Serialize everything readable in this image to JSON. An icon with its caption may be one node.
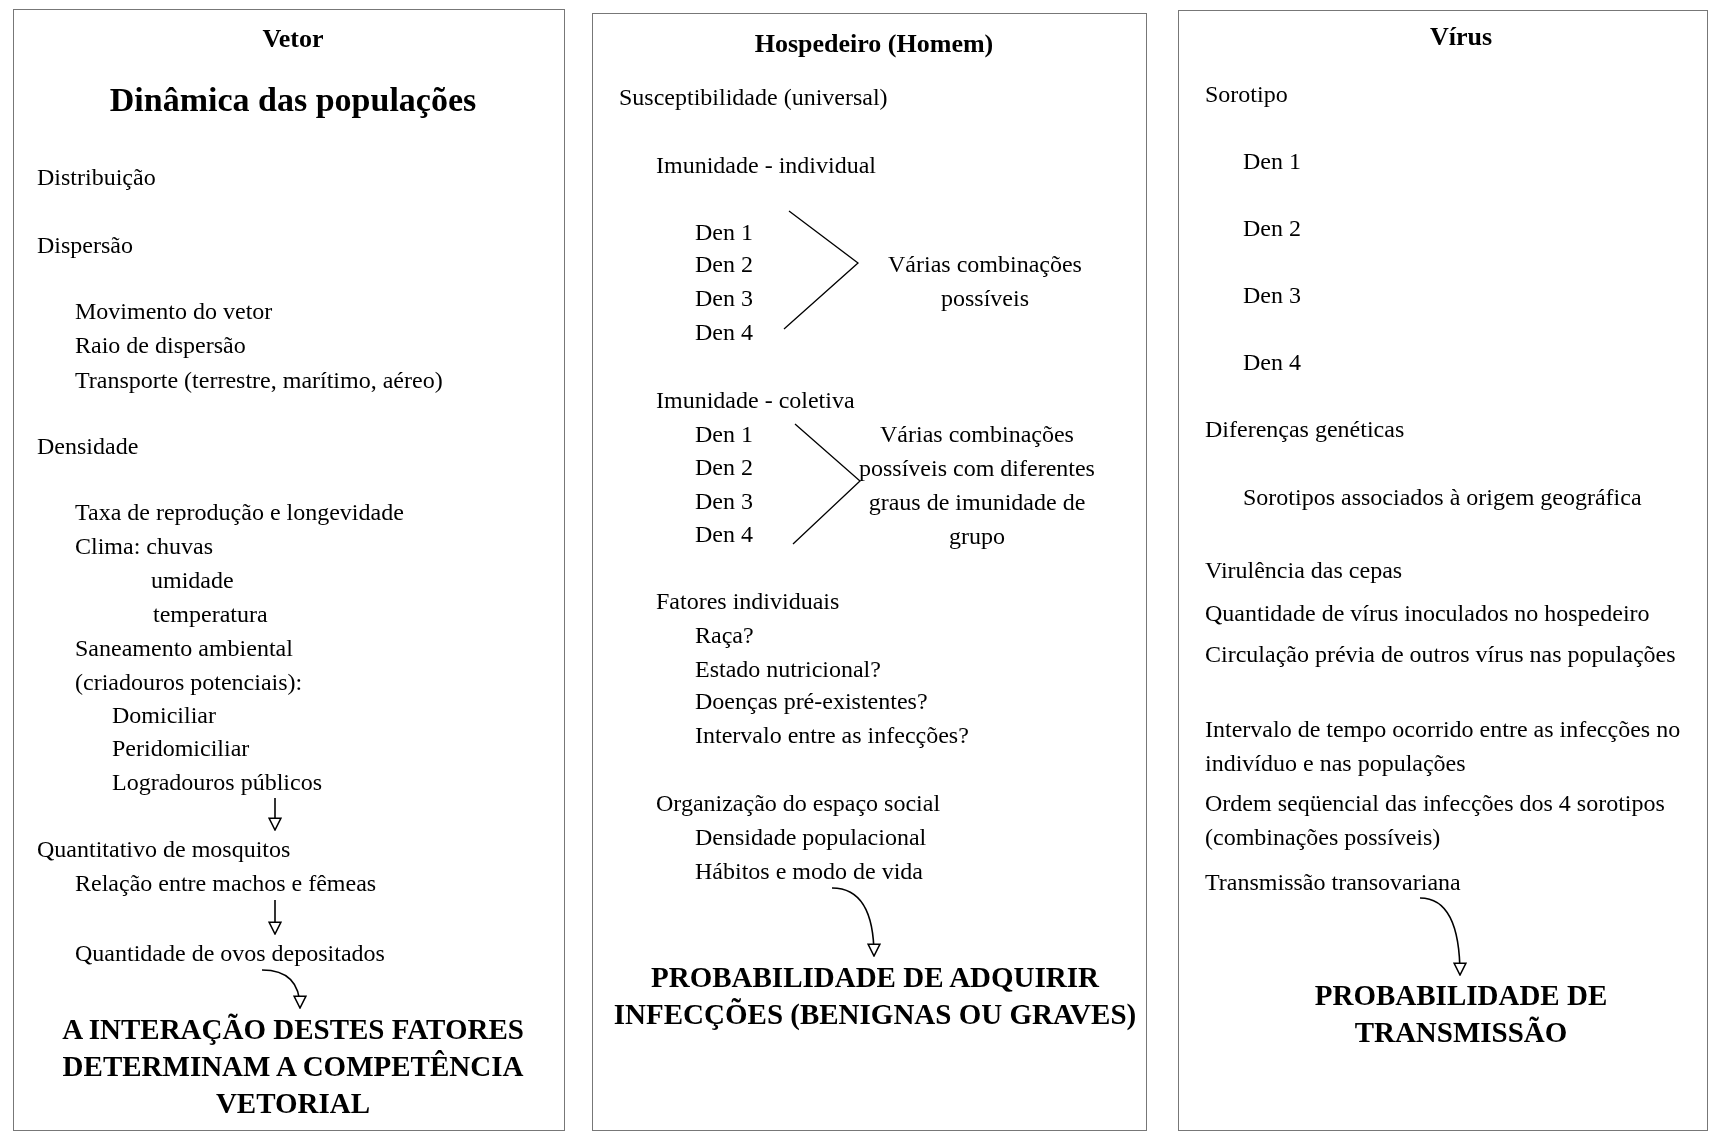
{
  "diagram": {
    "nodes": [
      {
        "text": [
          "Vetor",
          "Dinâmica das populações"
        ]
      },
      {
        "text": [
          "Distribuição",
          "Dispersão",
          "Movimento do vetor",
          "Raio de dispersão",
          "Transporte (terrestre, marítimo, aéreo)",
          "Densidade",
          "Taxa de reprodução e longevidade",
          "Clima: chuvas",
          "umidade",
          "temperatura",
          "Saneamento ambiental",
          "(criadouros potenciais):",
          "Domiciliar",
          "Peridomiciliar",
          "Logradouros públicos"
        ],
        "in": 0
      },
      {
        "text": [
          "Quantitativo de mosquitos",
          "Relação entre machos e fêmeas"
        ],
        "in": 0
      },
      {
        "text": [
          "Quantidade de ovos depositados"
        ],
        "in": 0
      },
      {
        "text": [
          "A INTERAÇÃO DESTES FATORES DETERMINAM A COMPETÊNCIA VETORIAL"
        ],
        "in": 0
      },
      {
        "text": [
          "Hospedeiro (Homem)"
        ]
      },
      {
        "text": [
          "Susceptibilidade (universal)",
          "Imunidade - individual",
          "Den 1",
          "Den 2",
          "Den 3",
          "Den 4",
          "Várias combinações possíveis",
          "Imunidade - coletiva",
          "Den 1",
          "Den 2",
          "Den 3",
          "Den 4",
          "Várias combinações possíveis com diferentes graus de imunidade de grupo",
          "Fatores individuais",
          "Raça?",
          "Estado nutricional?",
          "Doenças pré-existentes?",
          "Intervalo entre as infecções?",
          "Organização do espaço social",
          "Densidade populacional",
          "Hábitos e modo de vida"
        ],
        "in": 5
      },
      {
        "text": [
          "PROBABILIDADE DE ADQUIRIR INFECÇÕES (BENIGNAS OU GRAVES)"
        ],
        "in": 5
      },
      {
        "text": [
          "Vírus"
        ]
      },
      {
        "text": [
          "Sorotipo",
          "Den 1",
          "Den 2",
          "Den 3",
          "Den 4",
          "Diferenças genéticas",
          "Sorotipos associados à origem geográfica",
          "Virulência das cepas",
          "Quantidade de vírus inoculados no hospedeiro",
          "Circulação prévia de outros vírus nas populações",
          "Intervalo de tempo ocorrido entre as infecções no indivíduo e nas populações",
          "Ordem seqüencial das infecções dos 4 sorotipos (combinações possíveis)",
          "Transmissão transovariana"
        ],
        "in": 8
      },
      {
        "text": [
          "PROBABILIDADE DE TRANSMISSÃO"
        ],
        "in": 8
      }
    ],
    "edges": [
      {
        "from": 1,
        "to": 2,
        "arrow": "to"
      },
      {
        "from": 2,
        "to": 3,
        "arrow": "to"
      },
      {
        "from": 3,
        "to": 4,
        "arrow": "to"
      },
      {
        "from": 6,
        "to": 7,
        "arrow": "to"
      },
      {
        "from": 9,
        "to": 10,
        "arrow": "to"
      }
    ]
  }
}
